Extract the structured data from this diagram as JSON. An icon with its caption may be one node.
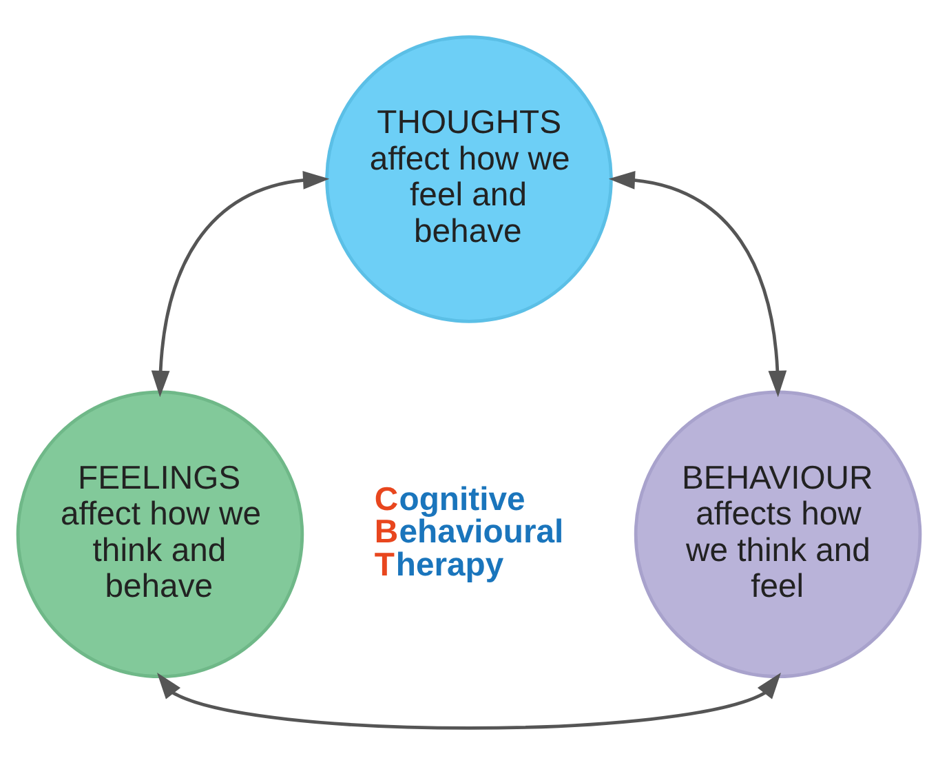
{
  "diagram": {
    "nodes": [
      {
        "text": [
          "THOUGHTS",
          "affect how we feel and behave"
        ]
      },
      {
        "text": [
          "FEELINGS",
          "affect how we think and behave"
        ]
      },
      {
        "text": [
          "BEHAVIOUR",
          "affects how we think and feel"
        ]
      }
    ],
    "edges": [
      {
        "from": 0,
        "to": 1,
        "arrow": "both"
      },
      {
        "from": 0,
        "to": 2,
        "arrow": "both"
      },
      {
        "from": 1,
        "to": 2,
        "arrow": "both"
      }
    ],
    "labels": [
      "Cognitive Behavioural Therapy"
    ]
  }
}
